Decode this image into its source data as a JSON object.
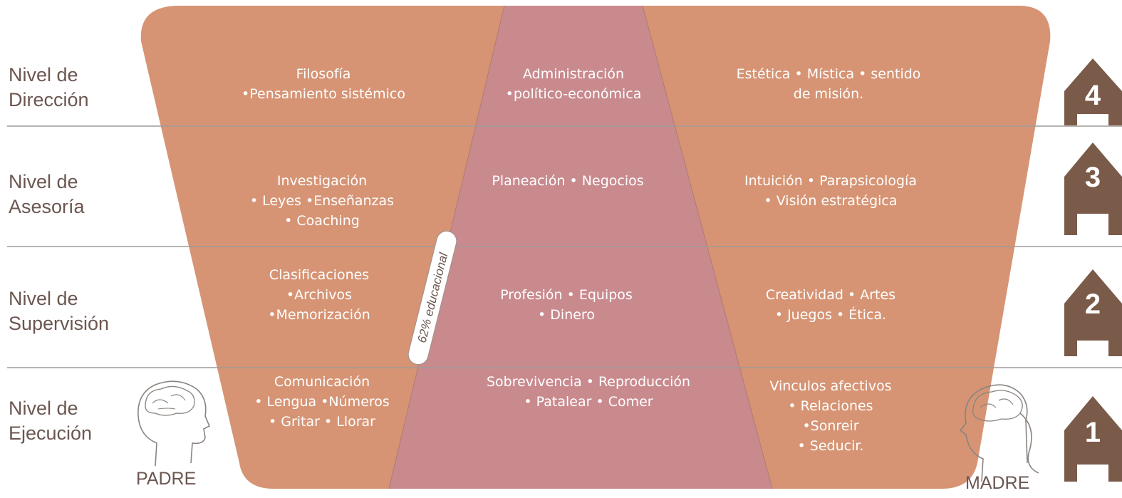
{
  "levels": [
    {
      "line1": "Nivel de",
      "line2": "Dirección",
      "number": "4"
    },
    {
      "line1": "Nivel de",
      "line2": "Asesoría",
      "number": "3"
    },
    {
      "line1": "Nivel de",
      "line2": "Supervisión",
      "number": "2"
    },
    {
      "line1": "Nivel de",
      "line2": "Ejecución",
      "number": "1"
    }
  ],
  "cells": {
    "direccion": {
      "left": [
        "Filosofía",
        "•Pensamiento sistémico"
      ],
      "center": [
        "Administración",
        "•político-económica"
      ],
      "right": [
        "Estética • Mística • sentido",
        "de misión."
      ]
    },
    "asesoria": {
      "left": [
        "Investigación",
        "• Leyes  •Enseñanzas",
        "• Coaching"
      ],
      "center": [
        "Planeación • Negocios"
      ],
      "right": [
        "Intuición • Parapsicología",
        "• Visión estratégica"
      ]
    },
    "supervision": {
      "left": [
        "Clasificaciones",
        "•Archivos",
        "•Memorización"
      ],
      "center": [
        "Profesión • Equipos",
        "• Dinero"
      ],
      "right": [
        "Creatividad • Artes",
        "• Juegos • Ética."
      ]
    },
    "ejecucion": {
      "left": [
        "Comunicación",
        "• Lengua •Números",
        "• Gritar • Llorar"
      ],
      "center": [
        "Sobrevivencia • Reproducción",
        "• Patalear • Comer"
      ],
      "right": [
        "Vinculos afectivos",
        "• Relaciones",
        "•Sonreir",
        "• Seducir."
      ]
    }
  },
  "divider_label": "62% educacional",
  "padre_label": "PADRE",
  "madre_label": "MADRE",
  "colors": {
    "side_fill": "#d69474",
    "center_fill": "#c98a8e",
    "line": "#a09a97",
    "text_dark": "#6b5750",
    "arrow": "#7a5a48",
    "head_outline": "#8a8480"
  },
  "icons": [
    "male-head-brain-icon",
    "female-head-brain-icon",
    "arrow-up-icon"
  ]
}
